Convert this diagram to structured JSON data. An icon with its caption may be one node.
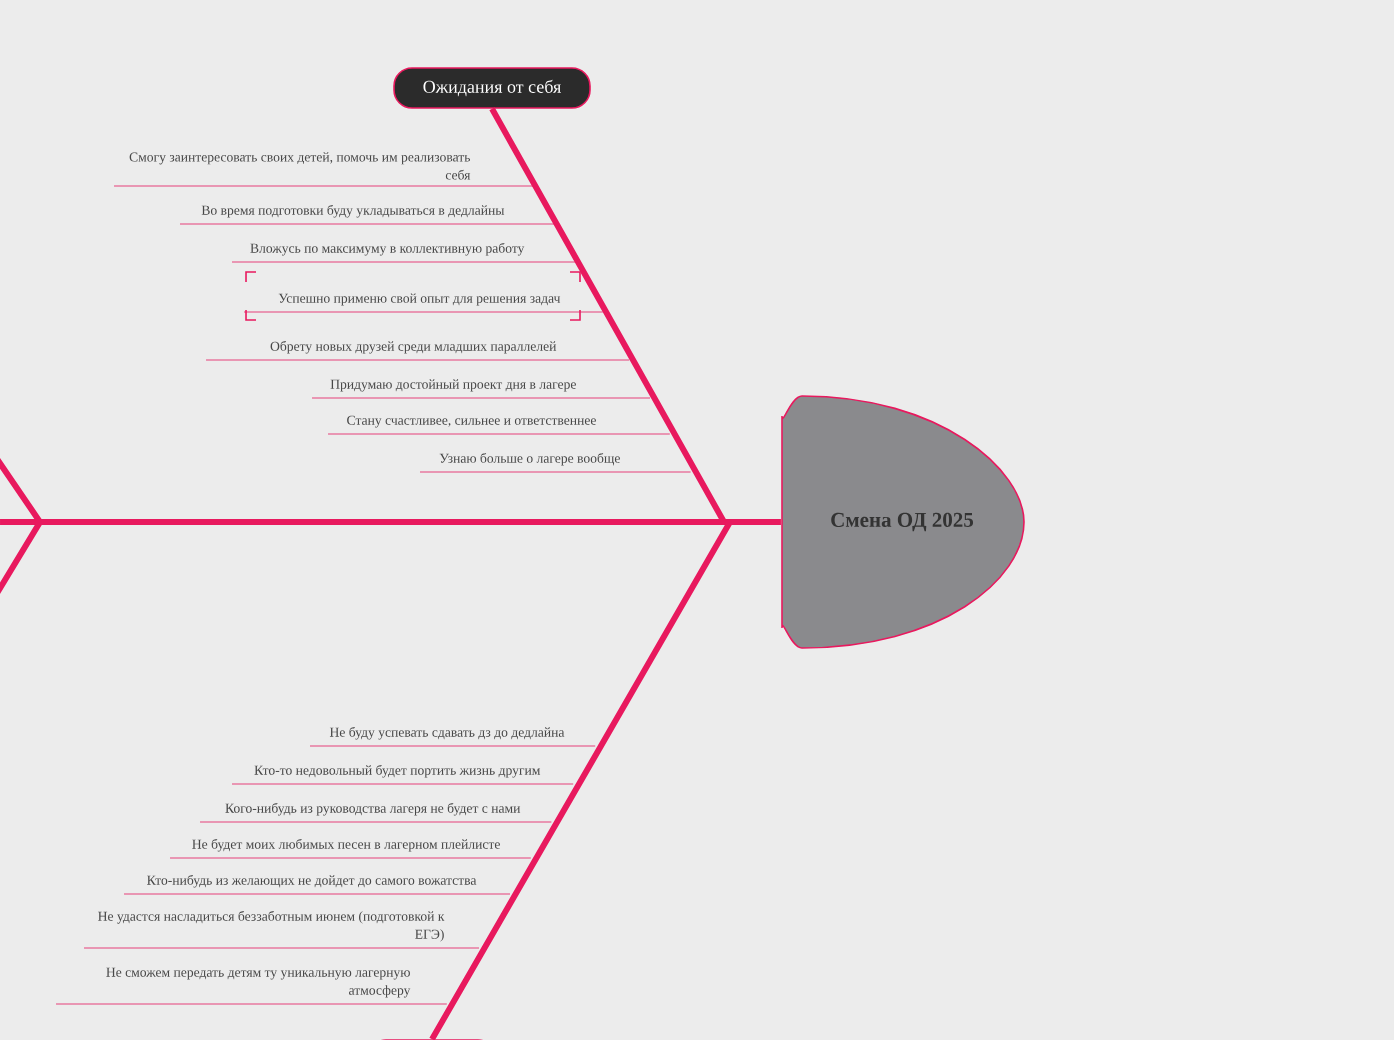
{
  "diagram": {
    "nodes": [
      {
        "text": [
          "Смена ОД 2025"
        ]
      },
      {
        "text": [
          "Ожидания от себя"
        ]
      },
      {
        "text": [
          "Смогу заинтересовать своих детей, помочь им реализовать себя"
        ]
      },
      {
        "text": [
          "Во время подготовки буду укладываться в дедлайны"
        ]
      },
      {
        "text": [
          "Вложусь по максимуму в коллективную работу"
        ]
      },
      {
        "text": [
          "Успешно применю свой опыт для решения задач"
        ]
      },
      {
        "text": [
          "Обрету новых друзей среди младших параллелей"
        ]
      },
      {
        "text": [
          "Придумаю достойный проект дня в лагере"
        ]
      },
      {
        "text": [
          "Стану счастливее, сильнее и ответственнее"
        ]
      },
      {
        "text": [
          "Узнаю больше о лагере вообще"
        ]
      },
      {
        "text": [
          "Не буду успевать сдавать дз до дедлайна"
        ]
      },
      {
        "text": [
          "Кто-то недовольный будет портить жизнь другим"
        ]
      },
      {
        "text": [
          "Кого-нибудь из руководства лагеря не будет с нами"
        ]
      },
      {
        "text": [
          "Не будет моих любимых песен в лагерном плейлисте"
        ]
      },
      {
        "text": [
          "Кто-нибудь из желающих не дойдет до самого вожатства"
        ]
      },
      {
        "text": [
          "Не удастся насладиться беззаботным июнем (подготовкой к ЕГЭ)"
        ]
      },
      {
        "text": [
          "Не сможем передать детям ту уникальную лагерную атмосферу"
        ]
      },
      {
        "text": [],
        "shape": "box"
      }
    ],
    "edges": [
      {
        "from": 1,
        "to": 0,
        "arrow": "none"
      },
      {
        "from": 17,
        "to": 0,
        "arrow": "none"
      },
      {
        "from": null,
        "to": 0,
        "arrow": "none"
      }
    ]
  }
}
